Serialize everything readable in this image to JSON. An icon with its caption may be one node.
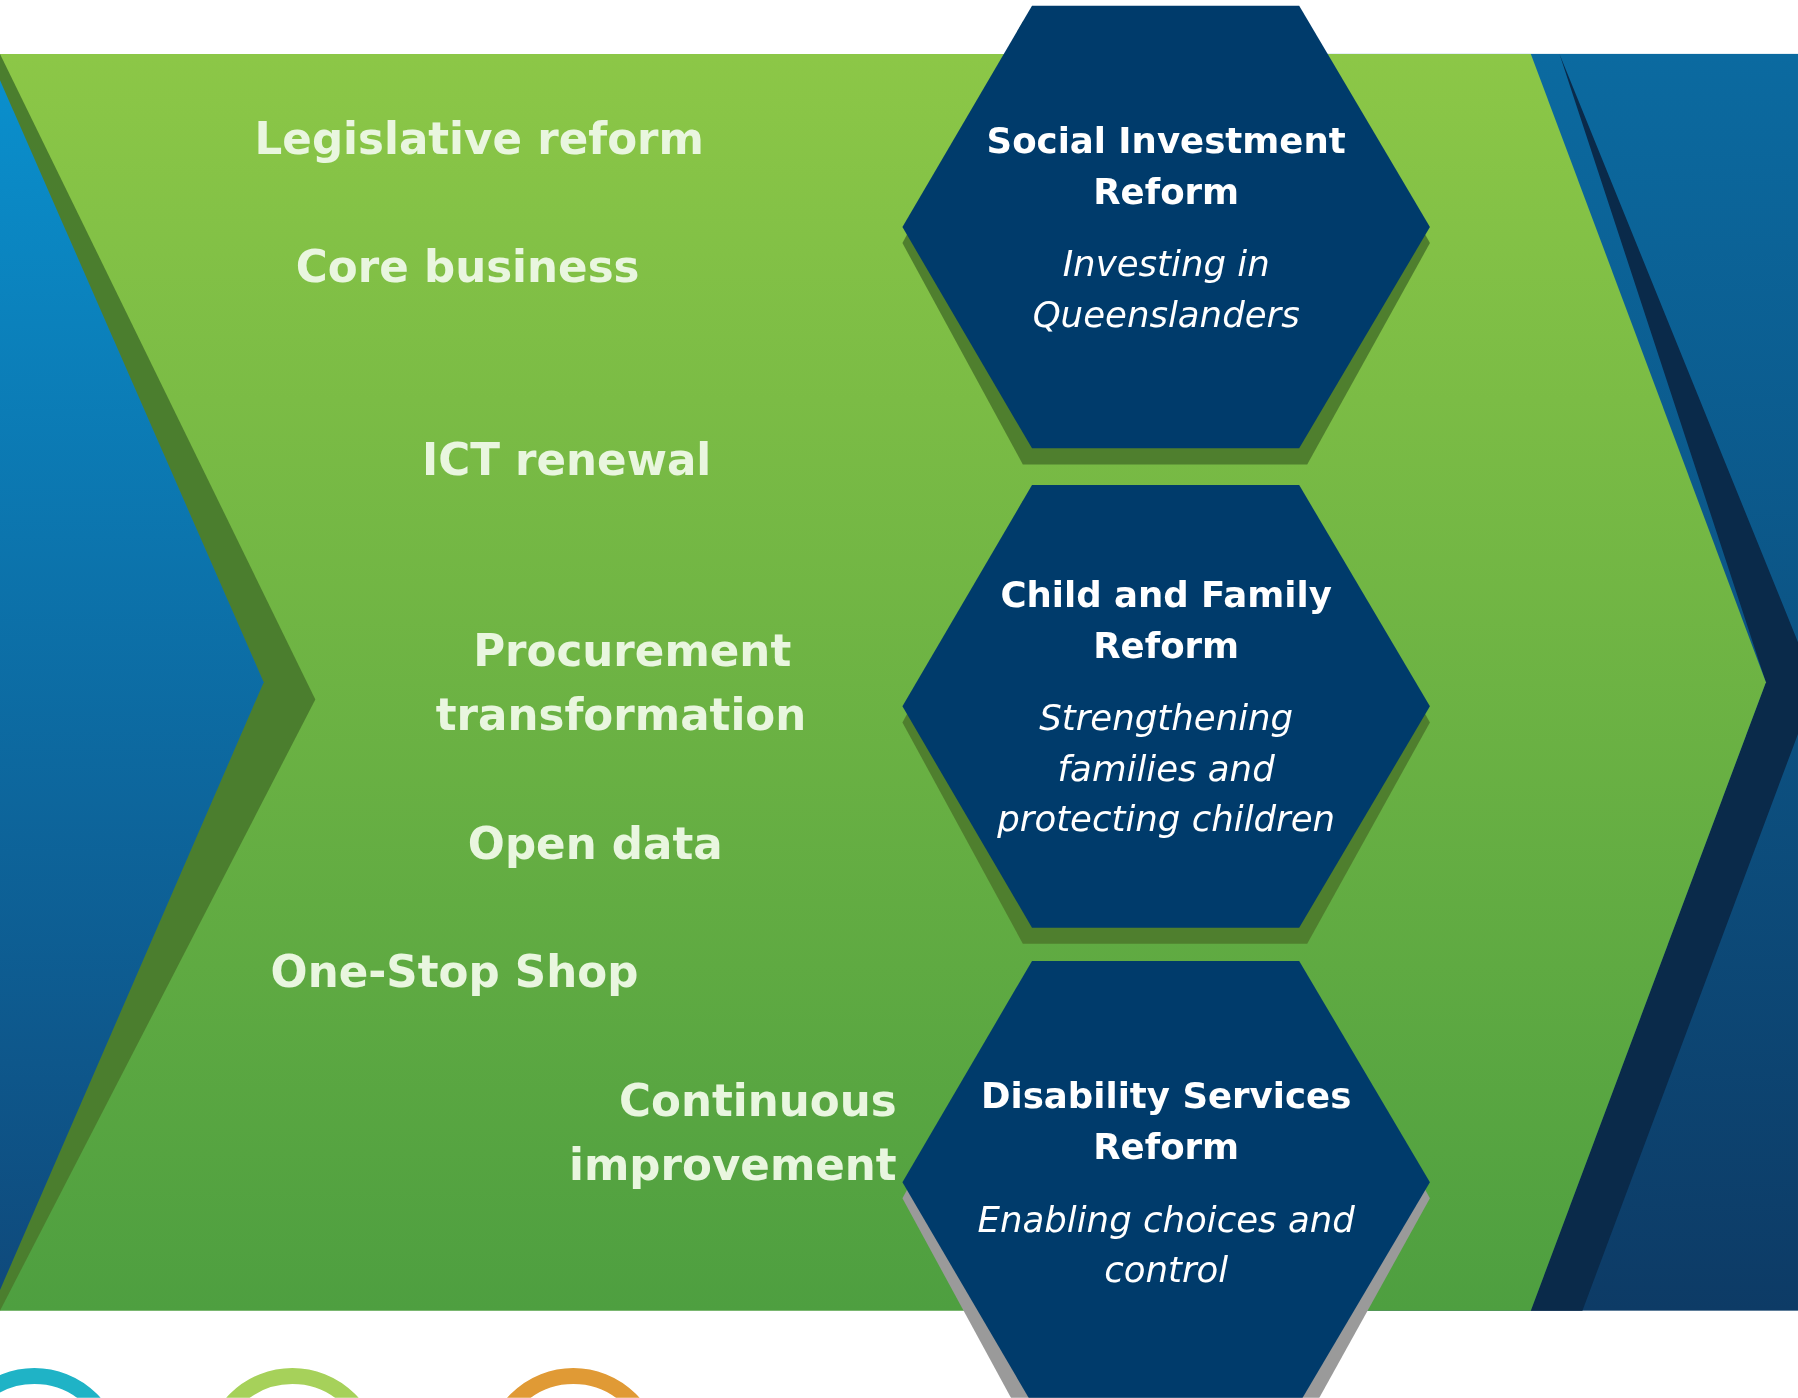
{
  "diagram": {
    "nodes": [
      {
        "text": [
          "Social Investment Reform",
          "Investing in Queenslanders"
        ]
      },
      {
        "text": [
          "Child and Family Reform",
          "Strengthening families and protecting children"
        ]
      },
      {
        "text": [
          "Disability Services Reform",
          "Enabling choices and control"
        ]
      }
    ],
    "labels": [
      "Legislative reform",
      "Core business",
      "ICT renewal",
      "Procurement transformation",
      "Open data",
      "One-Stop Shop",
      "Continuous improvement"
    ]
  }
}
